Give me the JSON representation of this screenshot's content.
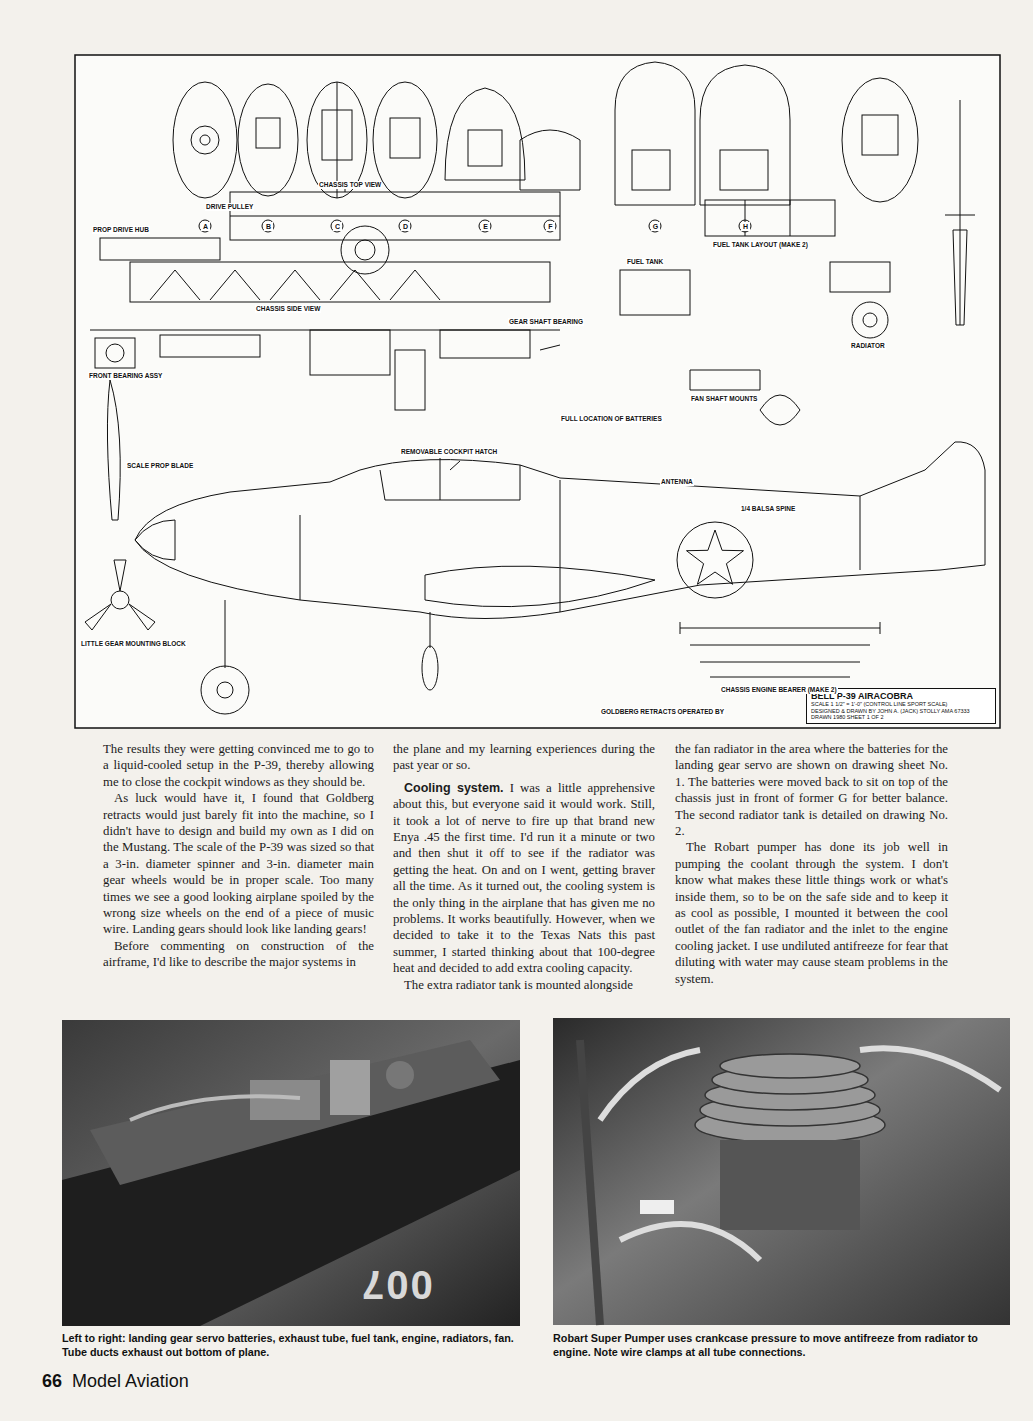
{
  "diagram": {
    "nodes": [
      {
        "text": [
          "BELL P-39 AIRACOBRA",
          "SCALE 1 1/2\" = 1'-0\" (CONTROL LINE SPORT SCALE)",
          "DESIGNED & DRAWN BY JOHN A. (JACK) STOLLY AMA 67333",
          "DRAWN 1980 SHEET 1 OF 2"
        ]
      }
    ],
    "labels": [
      "CHASSIS TOP VIEW",
      "CHASSIS SIDE VIEW",
      "SCALE PROP BLADE",
      "FRONT BEARING ASSY",
      "PROP DRIVE HUB",
      "DRIVE PULLEY",
      "GEAR SHAFT BEARING",
      "FAN SHAFT MOUNTS",
      "FUEL TANK",
      "FUEL TANK LAYOUT (MAKE 2)",
      "RADIATOR",
      "REMOVABLE COCKPIT HATCH",
      "FULL LOCATION OF BATTERIES",
      "ANTENNA",
      "1/4 BALSA SPINE",
      "CHASSIS ENGINE BEARER (MAKE 2)",
      "LITTLE GEAR MOUNTING BLOCK",
      "GOLDBERG RETRACTS OPERATED BY",
      "A",
      "B",
      "C",
      "D",
      "E",
      "F",
      "G",
      "H",
      "The results they were getting convinced me to go to a liquid-cooled setup in the P-39, thereby allowing me to close the cockpit windows as they should be.",
      "As luck would have it, I found that Goldberg retracts would just barely fit into the machine, so I didn't have to design and build my own as I did on the Mustang. The scale of the P-39 was sized so that a 3-in. diameter spinner and 3-in. diameter main gear wheels would be in proper scale. Too many times we see a good looking airplane spoiled by the wrong size wheels on the end of a piece of music wire. Landing gears should look like landing gears!",
      "Before commenting on construction of the airframe, I'd like to describe the major systems in",
      "the plane and my learning experiences during the past year or so.",
      "Cooling system.",
      "I was a little apprehensive about this, but everyone said it would work. Still, it took a lot of nerve to fire up that brand new Enya .45 the first time. I'd run it a minute or two and then shut it off to see if the radiator was getting the heat. On and on I went, getting braver all the time. As it turned out, the cooling system is the only thing in the airplane that has given me no problems. It works beautifully. However, when we decided to take it to the Texas Nats this past summer, I started thinking about that 100-degree heat and decided to add extra cooling capacity.",
      "The extra radiator tank is mounted alongside",
      "the fan radiator in the area where the batteries for the landing gear servo are shown on drawing sheet No. 1. The batteries were moved back to sit on top of the chassis just in front of former G for better balance. The second radiator tank is detailed on drawing No. 2.",
      "The Robart pumper has done its job well in pumping the coolant through the system. I don't know what makes these little things work or what's inside them, so to be on the safe side and to keep it as cool as possible, I mounted it between the cool outlet of the fan radiator and the inlet to the engine cooling jacket. I use undiluted antifreeze for fear that diluting with water may cause steam problems in the system.",
      "Left to right: landing gear servo batteries, exhaust tube, fuel tank, engine, radiators, fan. Tube ducts exhaust out bottom of plane.",
      "Robart Super Pumper uses crankcase pressure to move antifreeze from radiator to engine. Note wire clamps at all tube connections.",
      "007",
      "66",
      "Model Aviation"
    ]
  }
}
